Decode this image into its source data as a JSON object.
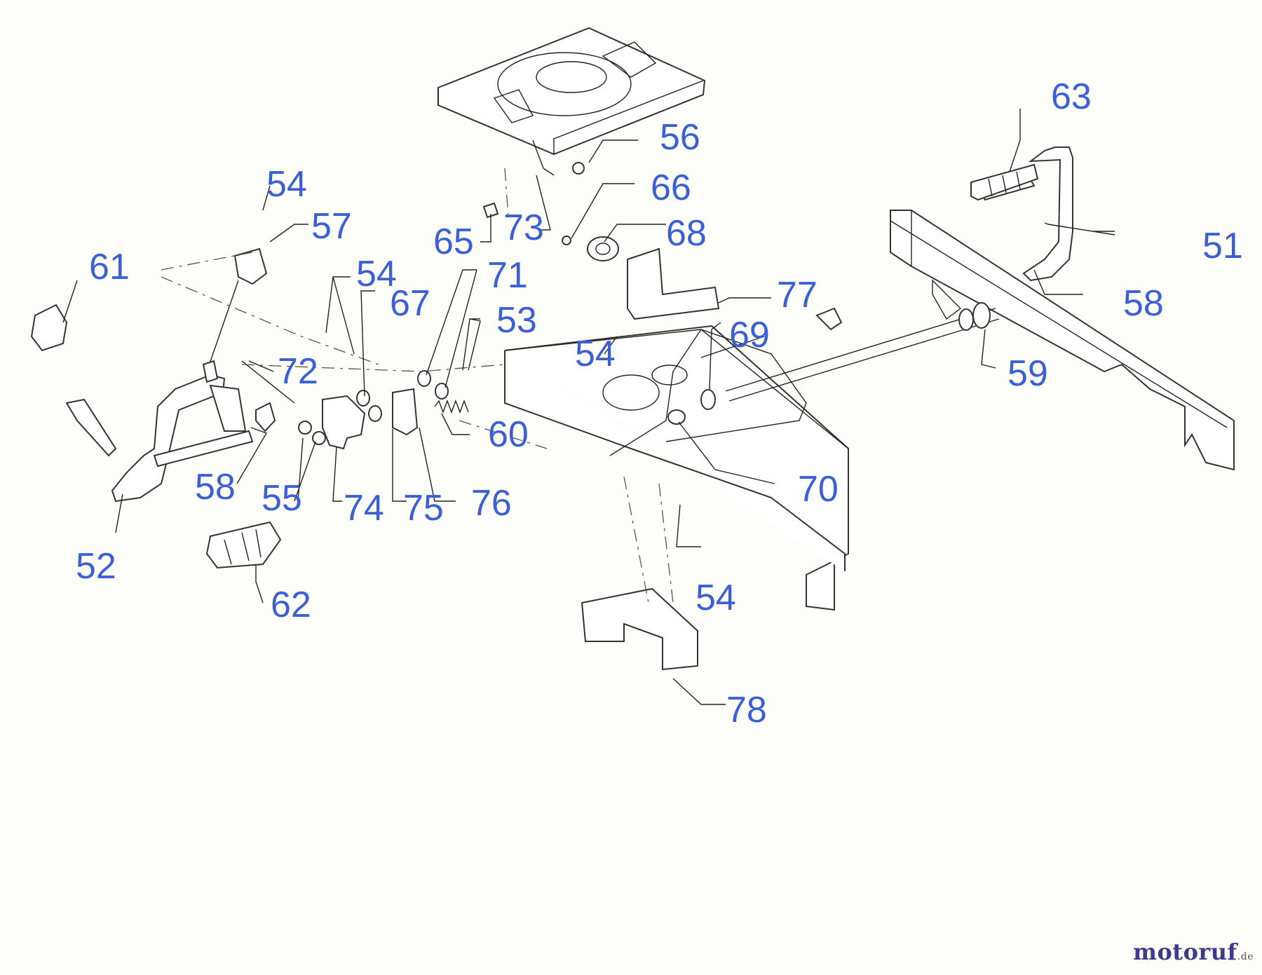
{
  "labels": {
    "l51": "51",
    "l52": "52",
    "l53": "53",
    "l54a": "54",
    "l54b": "54",
    "l54c": "54",
    "l54d": "54",
    "l55": "55",
    "l56": "56",
    "l57": "57",
    "l58a": "58",
    "l58b": "58",
    "l59": "59",
    "l60": "60",
    "l61": "61",
    "l62": "62",
    "l63": "63",
    "l65": "65",
    "l66": "66",
    "l67": "67",
    "l68": "68",
    "l69": "69",
    "l70": "70",
    "l71": "71",
    "l72": "72",
    "l73": "73",
    "l74": "74",
    "l75": "75",
    "l76": "76",
    "l77": "77",
    "l78": "78"
  },
  "watermark": {
    "brand": "motoruf",
    "domain": ".de"
  },
  "colors": {
    "label": "#3b5fd6",
    "background": "#fdfdf9",
    "line": "#222222"
  }
}
